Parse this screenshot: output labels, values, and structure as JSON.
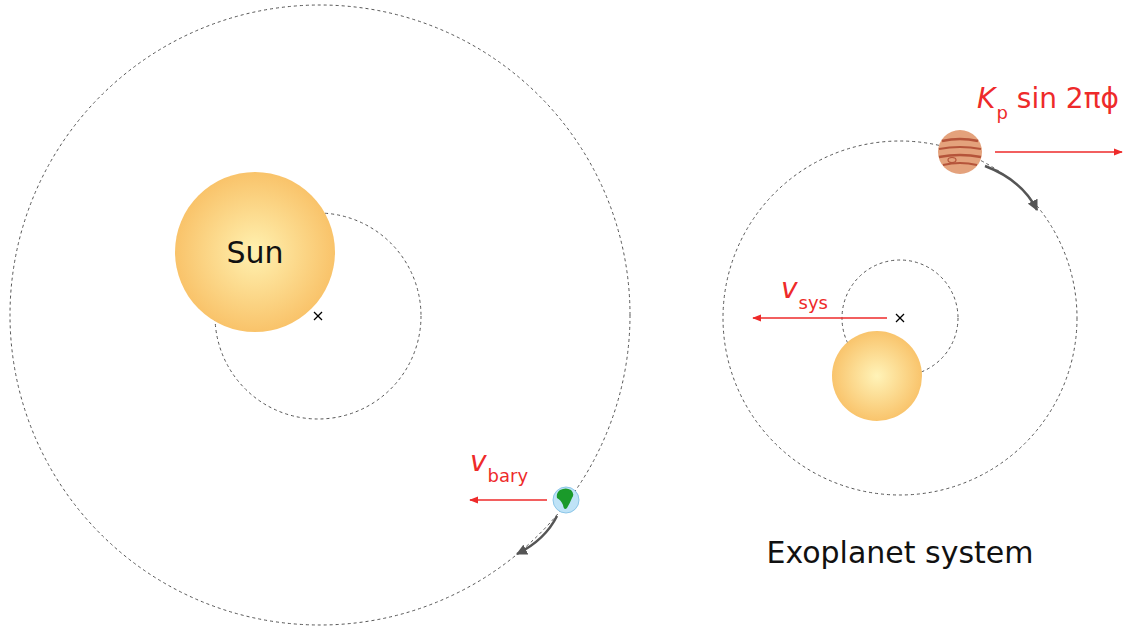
{
  "diagram": {
    "nodes": [
      {
        "text": [
          "Sun"
        ]
      }
    ],
    "labels": [
      "v",
      "bary",
      "v",
      "sys",
      "K",
      "p",
      "sin 2πϕ",
      "Exoplanet system"
    ]
  }
}
